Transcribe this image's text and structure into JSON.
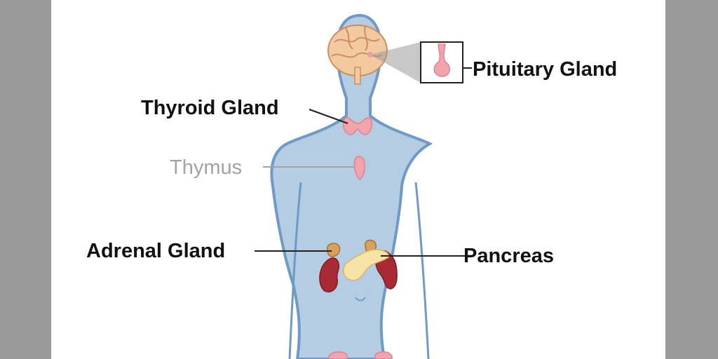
{
  "diagram": {
    "labels": {
      "pituitary": "Pituitary Gland",
      "thyroid": "Thyroid Gland",
      "thymus": "Thymus",
      "adrenal": "Adrenal Gland",
      "pancreas": "Pancreas"
    },
    "colors": {
      "body_fill": "#b4cde3",
      "body_outline": "#6f9ac8",
      "gland_pink": "#f2a3ab",
      "kidney": "#a82a33",
      "pancreas": "#f7e3a6",
      "brain": "#f3c9a0",
      "label_text": "#111111",
      "dimmed_label": "#a3a3a3",
      "leader_line": "#222222",
      "background": "#9a9a9a"
    }
  }
}
